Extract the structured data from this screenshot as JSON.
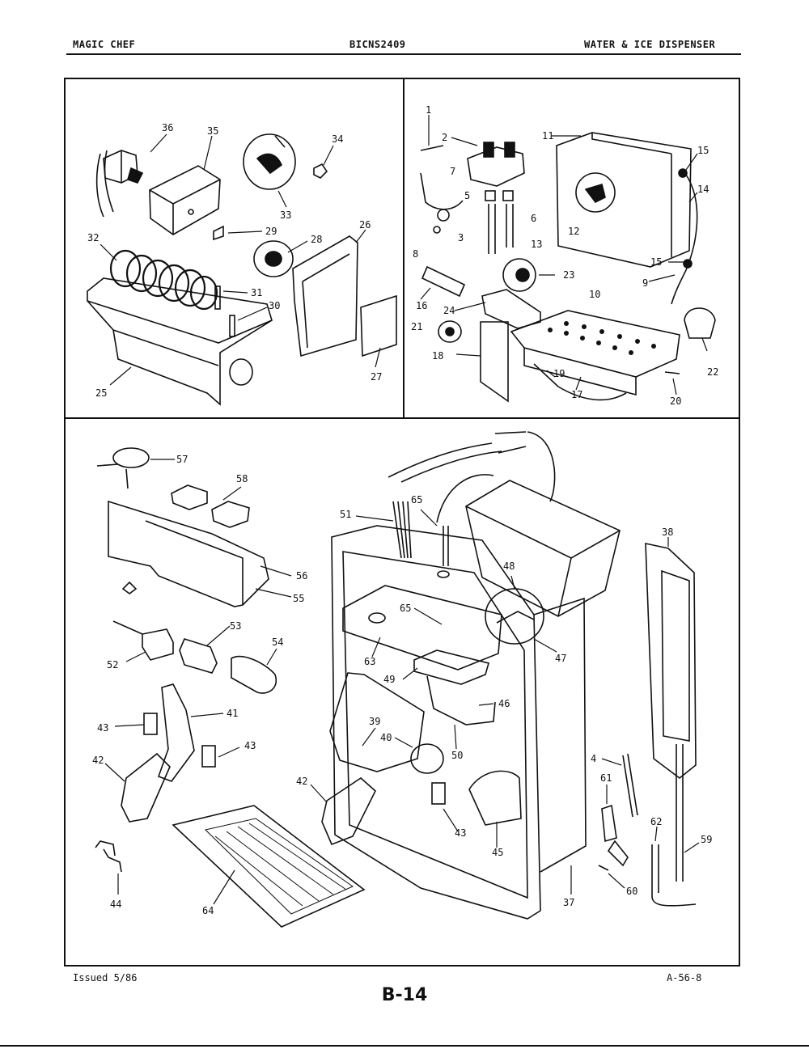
{
  "header": {
    "left": "MAGIC CHEF",
    "center": "BICNS2409",
    "right": "WATER & ICE DISPENSER"
  },
  "footer": {
    "issued": "Issued 5/86",
    "ref": "A-56-8",
    "page": "B-14"
  },
  "callouts": {
    "top_left": [
      "25",
      "26",
      "27",
      "28",
      "29",
      "30",
      "31",
      "32",
      "33",
      "34",
      "35",
      "36"
    ],
    "top_right": [
      "1",
      "2",
      "3",
      "5",
      "6",
      "7",
      "8",
      "9",
      "10",
      "11",
      "12",
      "13",
      "14",
      "15",
      "15",
      "16",
      "17",
      "18",
      "19",
      "20",
      "21",
      "22",
      "23",
      "24"
    ],
    "bottom": [
      "4",
      "37",
      "38",
      "39",
      "40",
      "41",
      "42",
      "42",
      "43",
      "43",
      "43",
      "44",
      "45",
      "46",
      "47",
      "48",
      "49",
      "50",
      "51",
      "52",
      "53",
      "54",
      "55",
      "56",
      "57",
      "58",
      "59",
      "60",
      "61",
      "62",
      "63",
      "64",
      "65",
      "65"
    ]
  }
}
